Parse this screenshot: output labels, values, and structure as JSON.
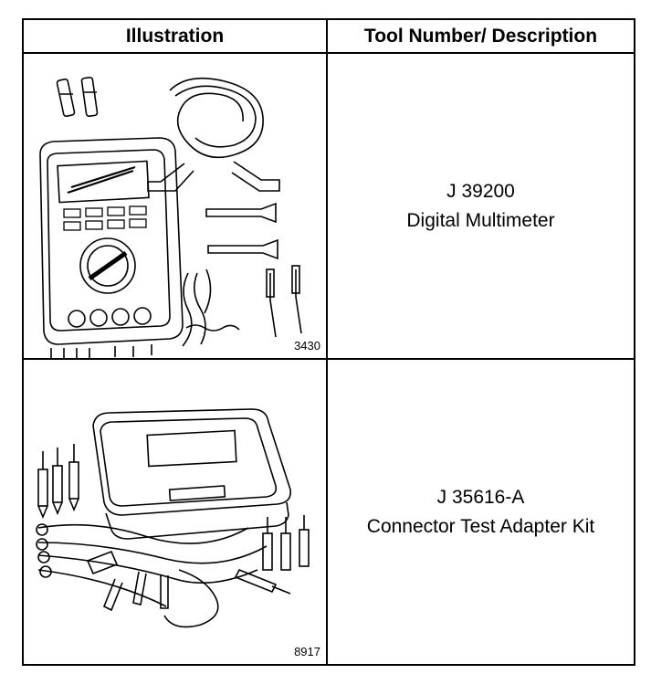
{
  "table": {
    "headers": {
      "illustration": "Illustration",
      "tool": "Tool Number/ Description"
    },
    "rows": [
      {
        "figure_number": "3430",
        "tool_number": "J 39200",
        "description": "Digital Multimeter",
        "illustration": "digital-multimeter-with-leads"
      },
      {
        "figure_number": "8917",
        "tool_number": "J 35616-A",
        "description": "Connector Test Adapter Kit",
        "illustration": "connector-test-adapter-kit"
      }
    ]
  }
}
